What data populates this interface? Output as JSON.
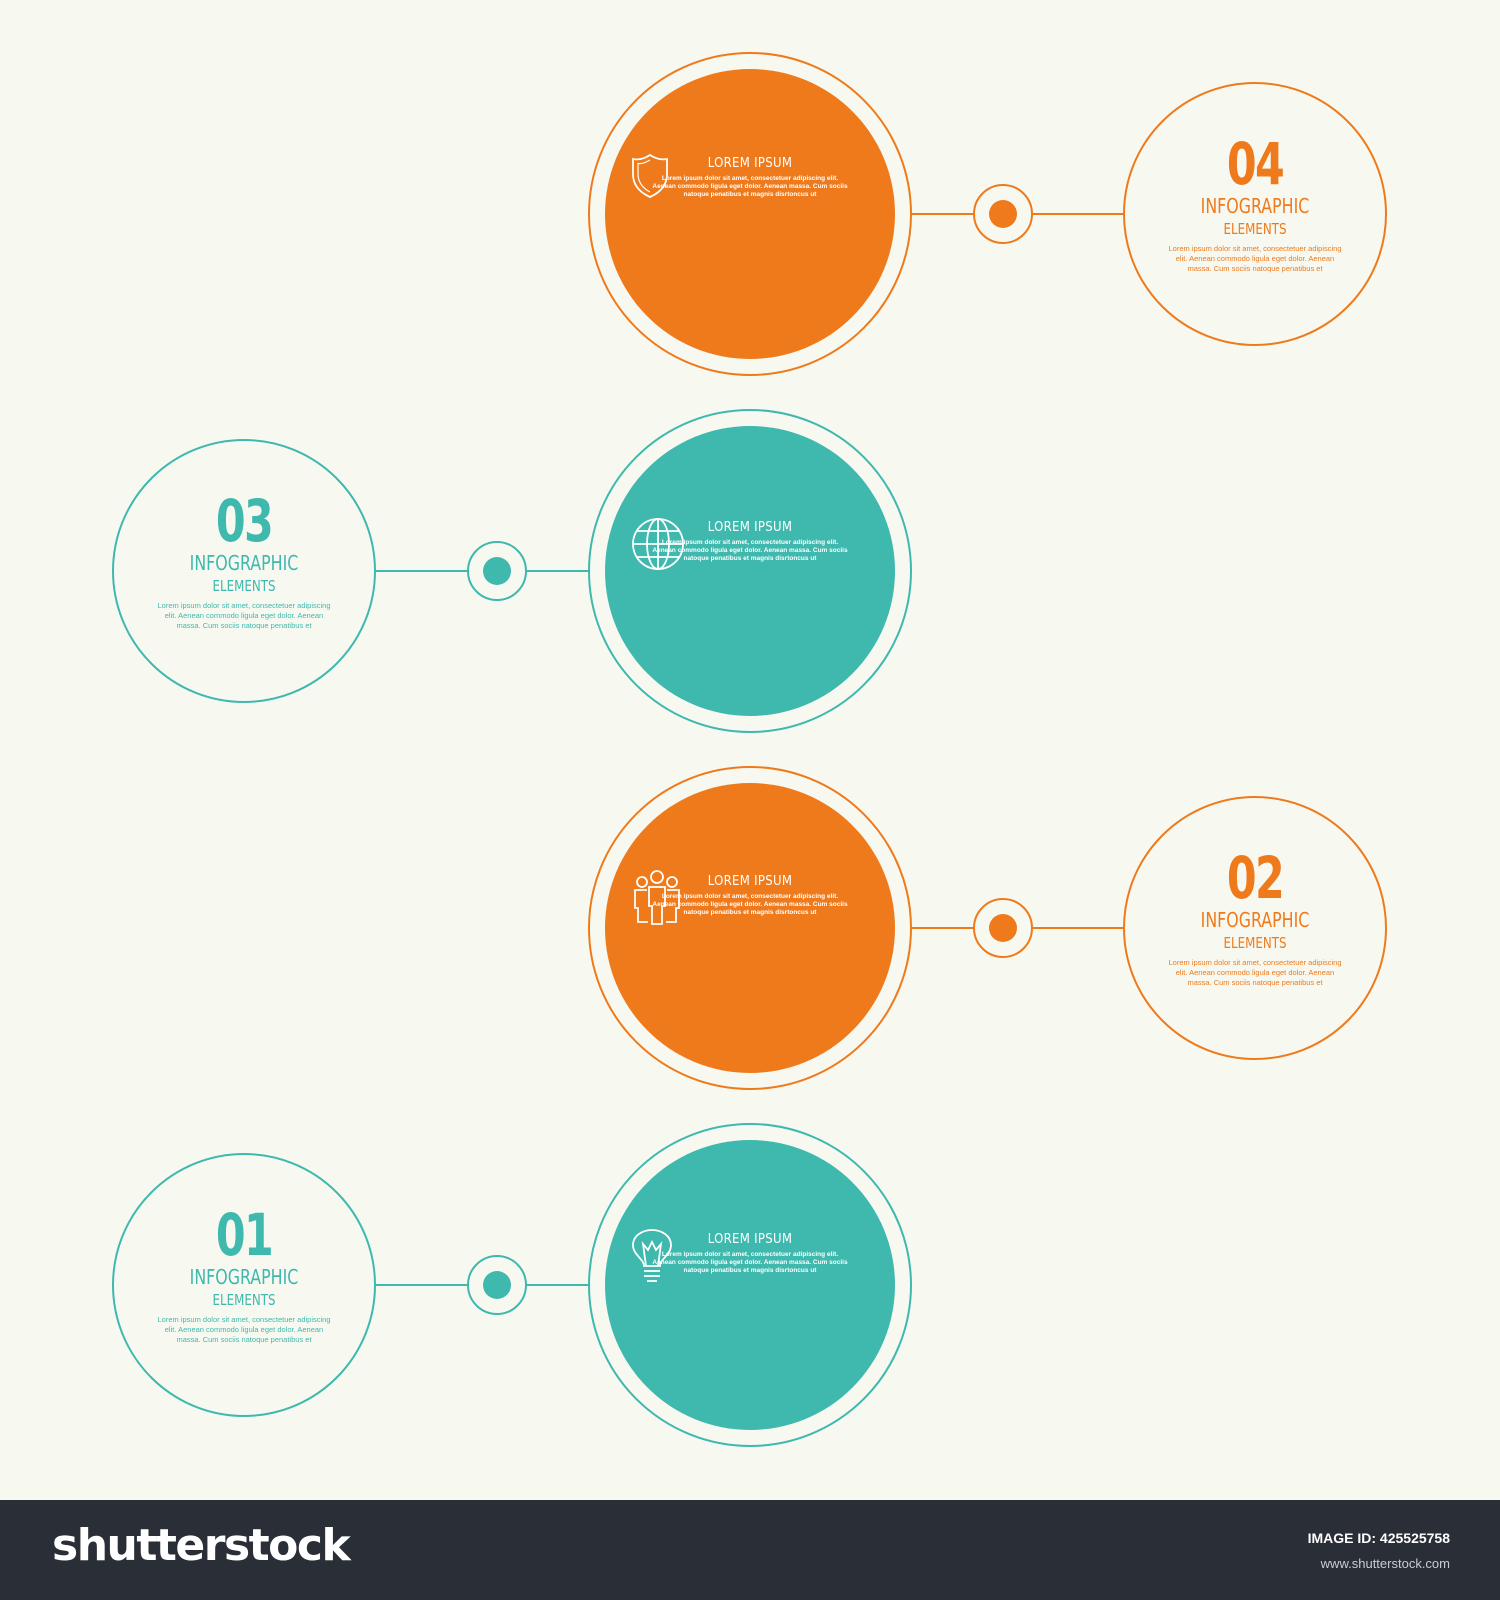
{
  "colors": {
    "orange": "#ef7a1c",
    "teal": "#3fb8ae",
    "background": "#f7f9f1",
    "footer": "#2a2e37"
  },
  "steps": [
    {
      "number": "04",
      "color": "orange",
      "icon": "shield-icon",
      "title": "LOREM IPSUM",
      "body": "Lorem ipsum dolor sit amet, consectetuer adipiscing elit. Aenean commodo ligula eget dolor. Aenean massa. Cum sociis natoque penatibus et magnis disrtoncus ut",
      "label_main": "INFOGRAPHIC",
      "label_sub": "ELEMENTS",
      "label_text": "Lorem ipsum dolor sit amet, consectetuer adipiscing elit. Aenean commodo ligula eget dolor. Aenean massa. Cum sociis natoque penatibus et"
    },
    {
      "number": "03",
      "color": "teal",
      "icon": "globe-icon",
      "title": "LOREM IPSUM",
      "body": "Lorem ipsum dolor sit amet, consectetuer adipiscing elit. Aenean commodo ligula eget dolor. Aenean massa. Cum sociis natoque penatibus et magnis disrtoncus ut",
      "label_main": "INFOGRAPHIC",
      "label_sub": "ELEMENTS",
      "label_text": "Lorem ipsum dolor sit amet, consectetuer adipiscing elit. Aenean commodo ligula eget dolor. Aenean massa. Cum sociis natoque penatibus et"
    },
    {
      "number": "02",
      "color": "orange",
      "icon": "people-icon",
      "title": "LOREM IPSUM",
      "body": "Lorem ipsum dolor sit amet, consectetuer adipiscing elit. Aenean commodo ligula eget dolor. Aenean massa. Cum sociis natoque penatibus et magnis disrtoncus ut",
      "label_main": "INFOGRAPHIC",
      "label_sub": "ELEMENTS",
      "label_text": "Lorem ipsum dolor sit amet, consectetuer adipiscing elit. Aenean commodo ligula eget dolor. Aenean massa. Cum sociis natoque penatibus et"
    },
    {
      "number": "01",
      "color": "teal",
      "icon": "lightbulb-icon",
      "title": "LOREM IPSUM",
      "body": "Lorem ipsum dolor sit amet, consectetuer adipiscing elit. Aenean commodo ligula eget dolor. Aenean massa. Cum sociis natoque penatibus et magnis disrtoncus ut",
      "label_main": "INFOGRAPHIC",
      "label_sub": "ELEMENTS",
      "label_text": "Lorem ipsum dolor sit amet, consectetuer adipiscing elit. Aenean commodo ligula eget dolor. Aenean massa. Cum sociis natoque penatibus et"
    }
  ],
  "footer": {
    "logo": "shutterstock",
    "image_id": "IMAGE ID: 425525758",
    "url": "www.shutterstock.com"
  }
}
